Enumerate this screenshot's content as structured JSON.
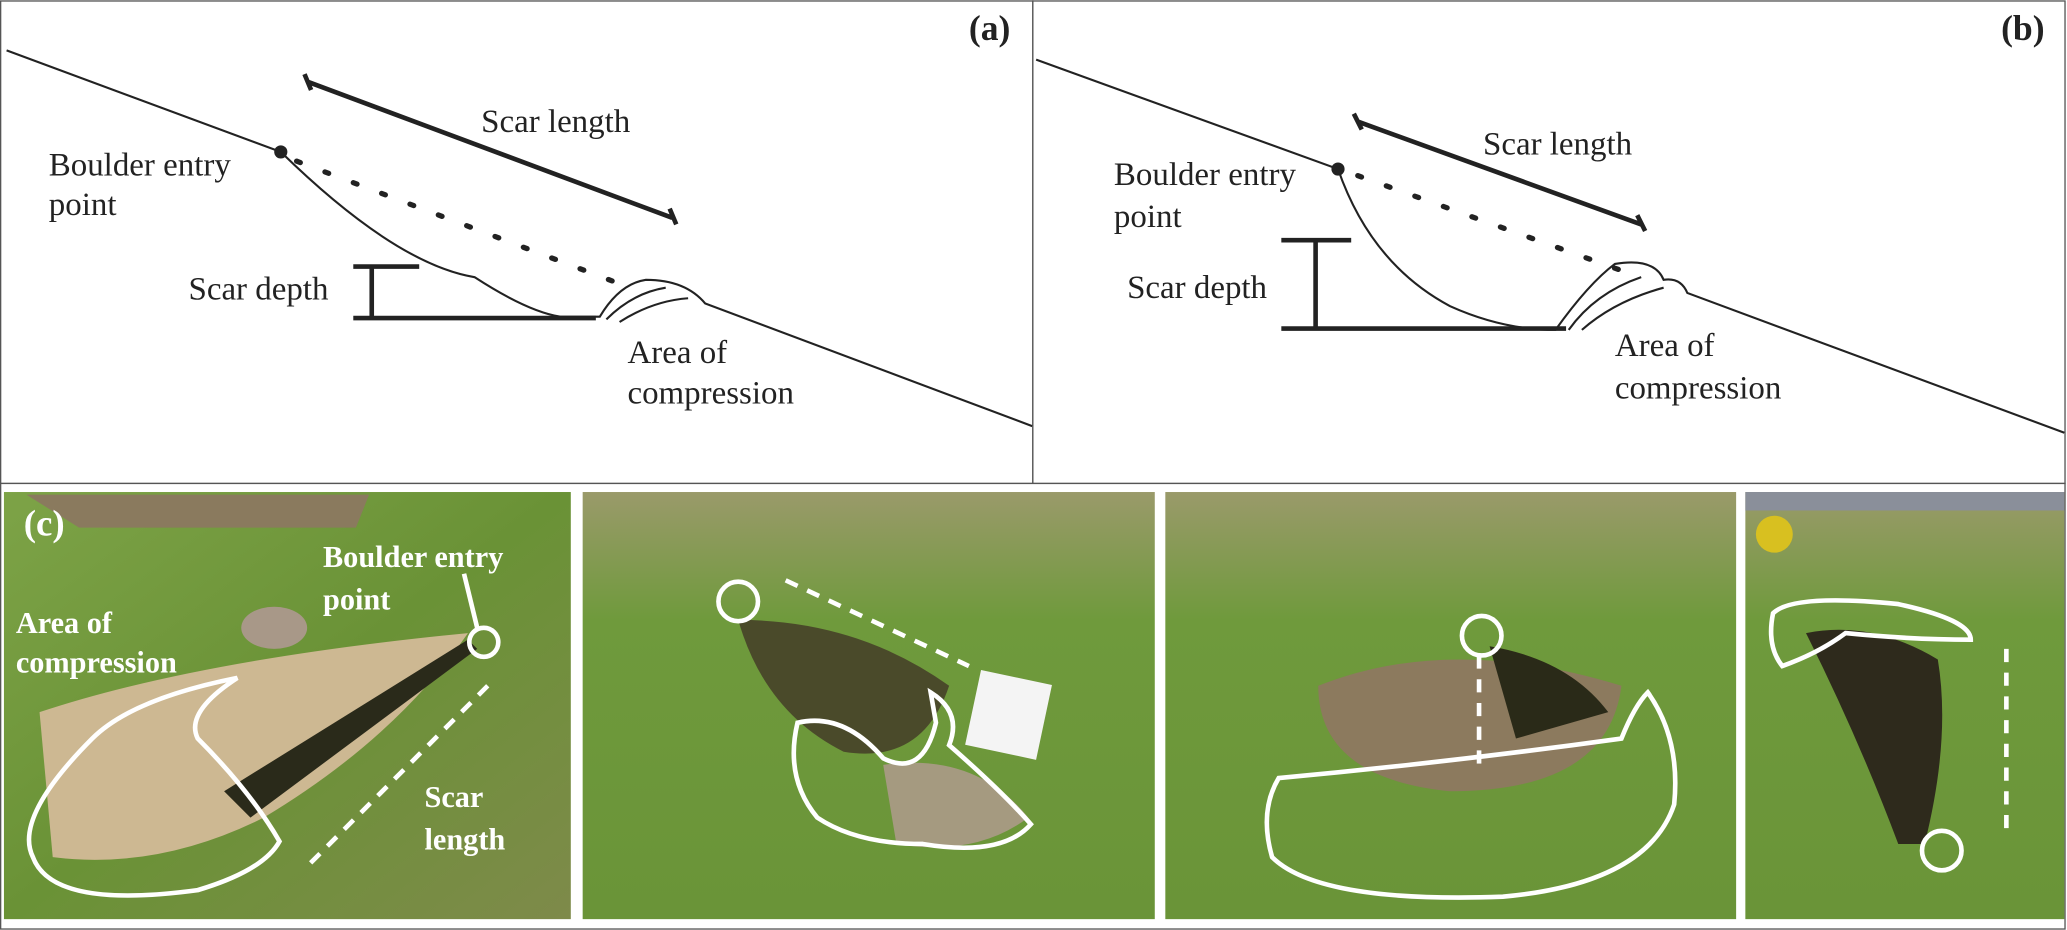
{
  "panel_a": {
    "label": "(a)",
    "scar_length": "Scar length",
    "entry_1": "Boulder entry",
    "entry_2": "point",
    "scar_depth": "Scar depth",
    "compression_1": "Area of",
    "compression_2": "compression"
  },
  "panel_b": {
    "label": "(b)",
    "scar_length": "Scar length",
    "entry_1": "Boulder entry",
    "entry_2": "point",
    "scar_depth": "Scar depth",
    "compression_1": "Area of",
    "compression_2": "compression"
  },
  "panel_c": {
    "label": "(c)",
    "entry_1": "Boulder entry",
    "entry_2": "point",
    "compression_1": "Area of",
    "compression_2": "compression",
    "scar_1": "Scar",
    "scar_2": "length"
  },
  "colors": {
    "grass": "#6f9a3c",
    "soil": "#c9b48e",
    "annotation": "#ffffff"
  }
}
